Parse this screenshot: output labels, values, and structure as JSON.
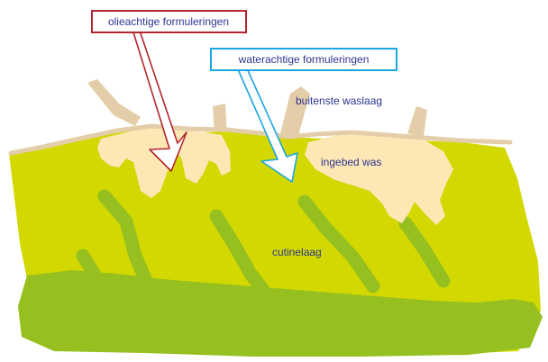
{
  "labels": {
    "oil_formulations": "olieachtige formuleringen",
    "water_formulations": "waterachtige formuleringen",
    "outer_wax_layer": "buitenste waslaag",
    "embedded_wax": "ingebed was",
    "cutin_layer": "cutinelaag"
  },
  "colors": {
    "cutin_light": "#d2d800",
    "cutin_dark": "#96c01f",
    "wax": "#fce7b5",
    "wax_surface": "#e3cea9",
    "oil_arrow": "#b3262e",
    "water_arrow": "#1aa6de",
    "label_text": "#2e3690"
  }
}
